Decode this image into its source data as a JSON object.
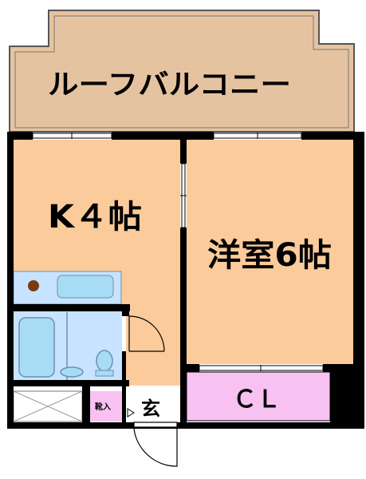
{
  "rooms": {
    "balcony": {
      "label": "ルーフバルコニー"
    },
    "kitchen": {
      "label": "K４帖"
    },
    "western_room": {
      "label": "洋室6帖"
    },
    "closet": {
      "label": "ＣＬ"
    },
    "storage": {
      "label": "靴入"
    },
    "entrance": {
      "label": "玄"
    }
  },
  "colors": {
    "balcony": "#e6c3a0",
    "room_floor": "#fbcb9b",
    "closet": "#f7c2f2",
    "storage": "#f7c2f2",
    "bath": "#c7e3ff",
    "fixture": "#a8dcf5",
    "wall": "#000000",
    "entrance": "#ffffff"
  }
}
